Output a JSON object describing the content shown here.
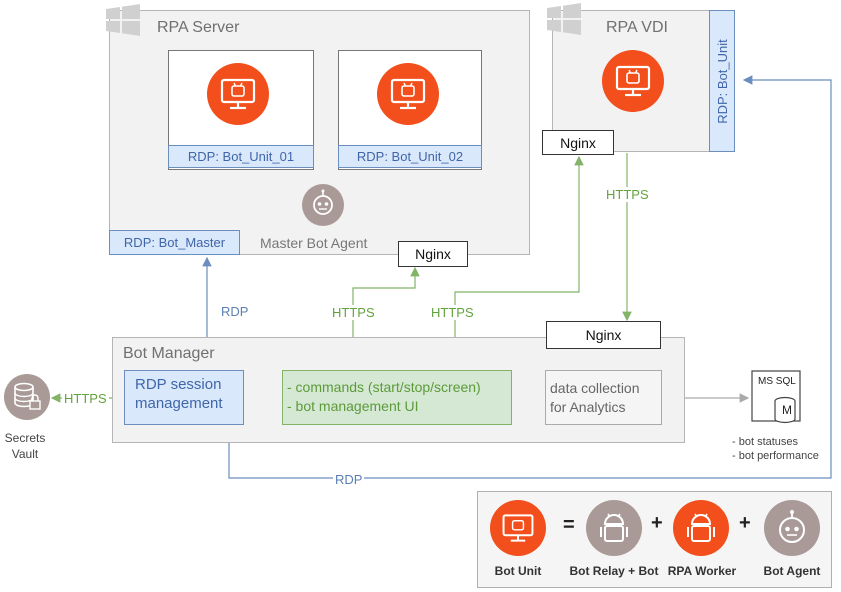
{
  "rpa_server": {
    "title": "RPA Server",
    "units": [
      "RDP: Bot_Unit_01",
      "RDP: Bot_Unit_02"
    ],
    "master_rdp": "RDP: Bot_Master",
    "master_agent": "Master Bot Agent",
    "nginx": "Nginx"
  },
  "rpa_vdi": {
    "title": "RPA VDI",
    "unit_rdp": "RDP: Bot_Unit",
    "nginx": "Nginx"
  },
  "bot_manager": {
    "title": "Bot Manager",
    "rdp_session": "RDP session management",
    "commands": "- commands (start/stop/screen)",
    "ui": "- bot management UI",
    "analytics": "data collection for Analytics",
    "nginx": "Nginx"
  },
  "connections": {
    "rdp_top": "RDP",
    "rdp_bottom": "RDP",
    "https_vdi": "HTTPS",
    "https_left": "HTTPS",
    "https_right": "HTTPS",
    "https_vault": "HTTPS"
  },
  "secrets_vault": "Secrets Vault",
  "db": {
    "label": "MS SQL",
    "letter": "M",
    "notes": [
      "- bot statuses",
      "- bot performance"
    ]
  },
  "legend": {
    "bot_unit": "Bot Unit",
    "bot_relay": "Bot Relay + Bot",
    "rpa_worker": "RPA Worker",
    "bot_agent": "Bot Agent",
    "equals": "=",
    "plus": "+"
  },
  "colors": {
    "orange": "#f24f1c",
    "blue_line": "#6c8ebf",
    "green_line": "#82b366",
    "gray_icon": "#a99a98"
  }
}
